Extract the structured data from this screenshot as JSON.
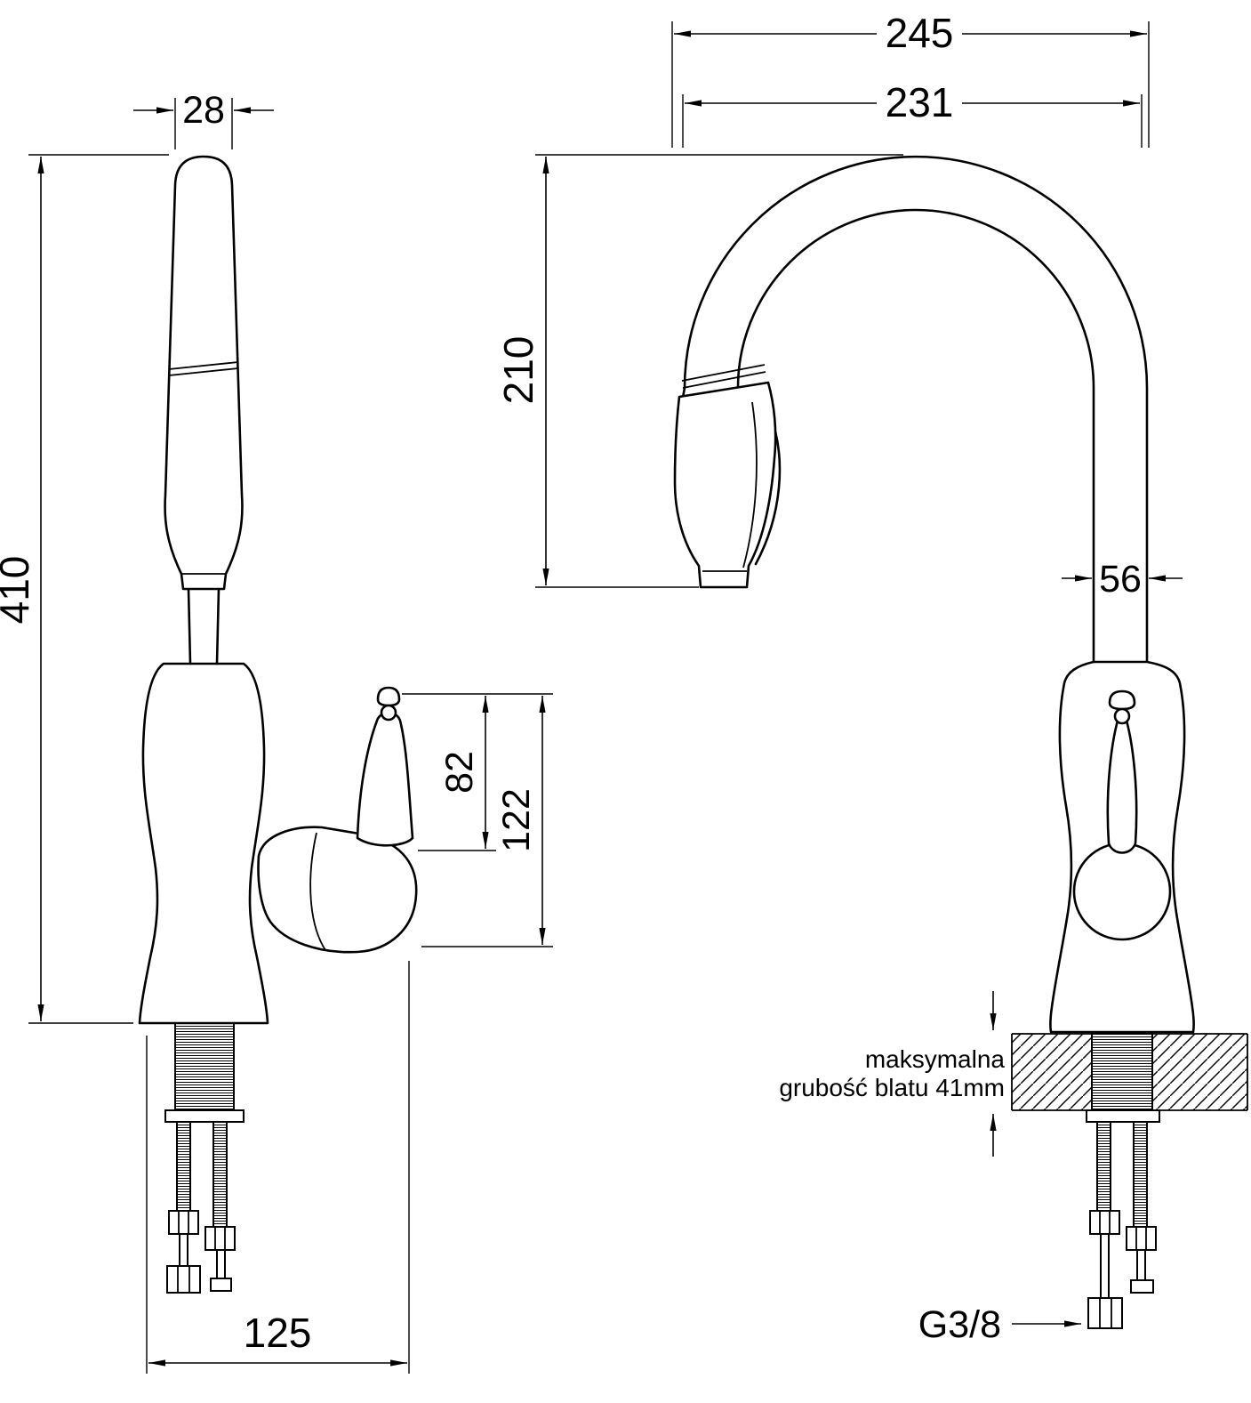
{
  "page": {
    "background": "#ffffff",
    "line_color": "#000000"
  },
  "left_view": {
    "title": "faucet-side-view",
    "dims": {
      "top_width": "28",
      "total_height": "410",
      "handle_upper_height": "82",
      "handle_total_height": "122",
      "base_depth": "125"
    }
  },
  "right_view": {
    "title": "faucet-front-view",
    "dims": {
      "overall_width": "245",
      "spout_reach": "231",
      "spout_clearance": "210",
      "column_width": "56",
      "connection_thread": "G3/8"
    },
    "counter_note": {
      "line1": "maksymalna",
      "line2": "grubość blatu 41mm"
    }
  }
}
